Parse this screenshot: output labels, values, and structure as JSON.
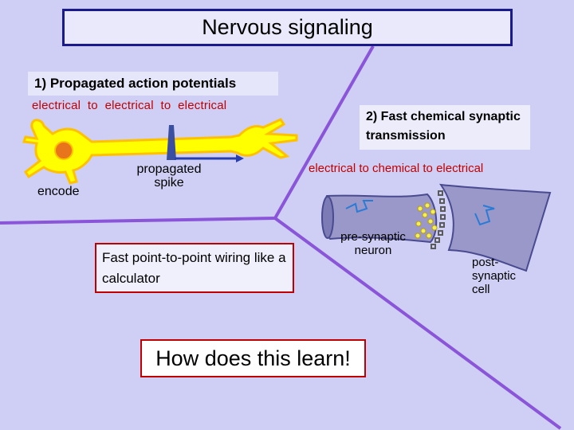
{
  "title": "Nervous signaling",
  "section1": {
    "label": "1) Propagated action potentials",
    "sequence": "electrical  to  electrical  to  electrical",
    "encode": "encode",
    "spike_label": "propagated spike",
    "wiring_note": "Fast point-to-point wiring like a calculator"
  },
  "section2": {
    "label": "2) Fast chemical synaptic transmission",
    "sequence": "electrical to chemical to electrical",
    "pre_label": "pre-synaptic neuron",
    "post_label": "post-synaptic cell"
  },
  "question": "How does this learn!",
  "colors": {
    "background": "#cfcff5",
    "divider": "#8a55d8",
    "neuron_fill": "#ffff00",
    "neuron_outline": "#ffc000",
    "nucleus": "#e8741c",
    "axon_arrow": "#2a3fae",
    "synapse_fill": "#9a98c8",
    "accent_red": "#c00000",
    "vesicle": "#f0f060",
    "receptor": "#5a5a5a"
  },
  "icons": [
    "neuron-diagram",
    "spike-icon",
    "synapse-diagram",
    "recycle-arrow-icon"
  ]
}
